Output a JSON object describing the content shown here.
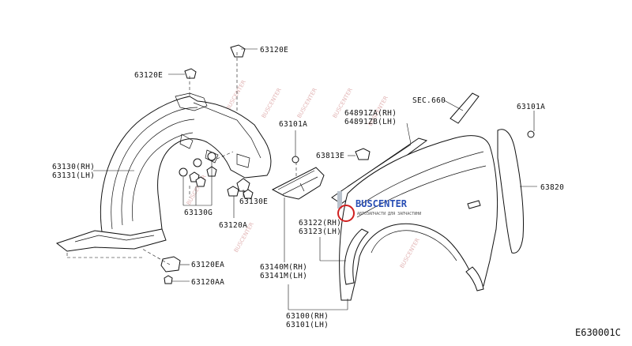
{
  "diagram_code": "E630001C",
  "watermark": {
    "brand": "BUSCENTER",
    "tagline": "АВТОЗАПЧАСТИ ДЛЯ ЗАПЧАСТИНИ",
    "small_text": "BUSCENTER"
  },
  "labels": {
    "l_63120e_top": "63120E",
    "l_63120e_left": "63120E",
    "l_63101a_mid": "63101A",
    "l_63101a_right": "63101A",
    "l_sec660": "SEC.660",
    "l_64891za": "64891ZA(RH)",
    "l_64891zb": "64891ZB(LH)",
    "l_63813e": "63813E",
    "l_63130": "63130(RH)",
    "l_63131": "63131(LH)",
    "l_63130g": "63130G",
    "l_63130e": "63130E",
    "l_63120a": "63120A",
    "l_63820": "63820",
    "l_63122": "63122(RH)",
    "l_63123": "63123(LH)",
    "l_63120ea": "63120EA",
    "l_63120aa": "63120AA",
    "l_63140m": "63140M(RH)",
    "l_63141m": "63141M(LH)",
    "l_63100": "63100(RH)",
    "l_63101": "63101(LH)"
  }
}
